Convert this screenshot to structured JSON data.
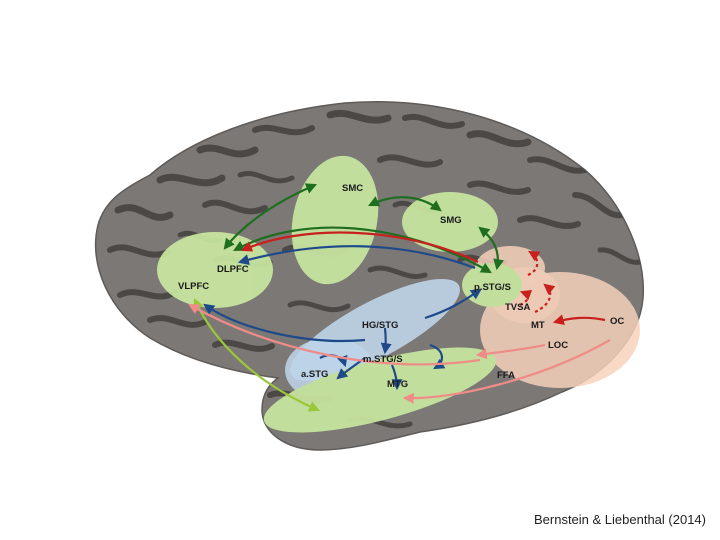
{
  "regions": {
    "smc": "SMC",
    "smg": "SMG",
    "dlpfc": "DLPFC",
    "vlpfc": "VLPFC",
    "pstgs": "p.STG/S",
    "tvsa": "TVSA",
    "mt": "MT",
    "oc": "OC",
    "loc": "LOC",
    "hgstg": "HG/STG",
    "mstgs": "m.STG/S",
    "astg": "a.STG",
    "mtg": "MTG",
    "ffa": "FFA"
  },
  "caption": "Bernstein & Liebenthal (2014)",
  "colors": {
    "cortex": "#7b7875",
    "sulcus": "#4b4846",
    "green_region": "#c8e6a0",
    "blue_region": "#c4dcf2",
    "peach_region": "#f6d2bb",
    "arrow_green": "#1f6e1f",
    "arrow_red": "#c8201c",
    "arrow_blue": "#1f4a8a",
    "arrow_light_green": "#9ac63a",
    "arrow_pink": "#ef8c88"
  }
}
